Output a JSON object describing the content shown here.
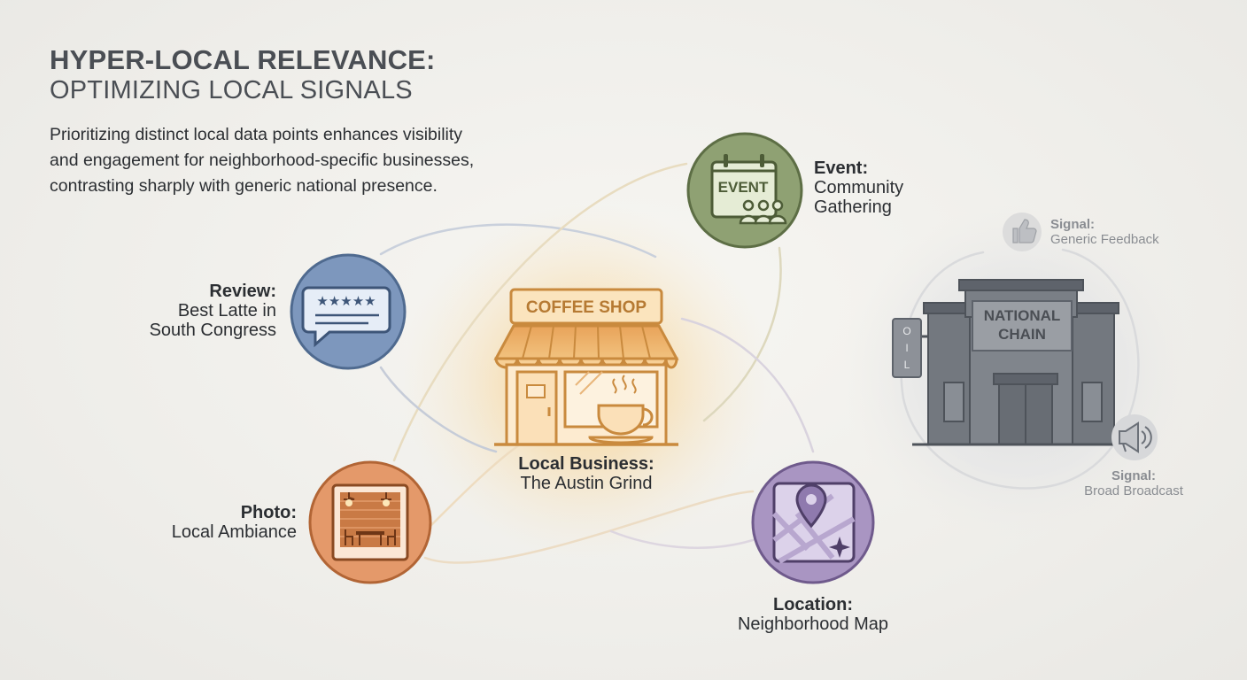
{
  "title": {
    "line1": "HYPER-LOCAL RELEVANCE:",
    "line2": "OPTIMIZING LOCAL SIGNALS"
  },
  "description": [
    "Prioritizing distinct local data points enhances visibility",
    "and engagement for neighborhood-specific businesses,",
    "contrasting sharply with generic national presence."
  ],
  "center": {
    "sign_text": "COFFEE SHOP",
    "label_key": "Local Business:",
    "label_value": "The Austin Grind"
  },
  "nodes": {
    "review": {
      "key": "Review:",
      "value_line1": "Best Latte in",
      "value_line2": "South Congress",
      "color": "#7d97bd"
    },
    "event": {
      "key": "Event:",
      "value_line1": "Community",
      "value_line2": "Gathering",
      "icon_text": "EVENT",
      "color": "#8fa173"
    },
    "photo": {
      "key": "Photo:",
      "value": "Local Ambiance",
      "color": "#e4996a"
    },
    "location": {
      "key": "Location:",
      "value": "Neighborhood Map",
      "color": "#a995c2"
    }
  },
  "national": {
    "sign_line1": "NATIONAL",
    "sign_line2": "CHAIN",
    "side_sign": "OIL",
    "signal1_key": "Signal:",
    "signal1_value": "Generic Feedback",
    "signal2_key": "Signal:",
    "signal2_value": "Broad Broadcast"
  },
  "colors": {
    "glow": "#f6c26b",
    "shop_outline": "#c98a3e",
    "chain": "#6b7078"
  }
}
